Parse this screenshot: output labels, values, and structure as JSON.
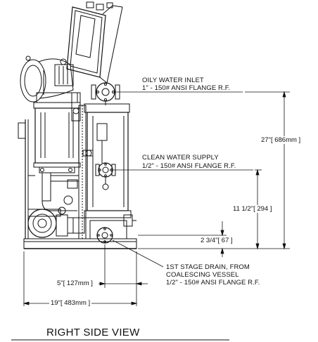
{
  "view_title": "RIGHT SIDE VIEW",
  "callouts": {
    "oily_inlet_title": "OILY WATER INLET",
    "oily_inlet_spec": "1\" - 150# ANSI FLANGE R.F.",
    "clean_supply_title": "CLEAN WATER SUPPLY",
    "clean_supply_spec": "1/2\" - 150# ANSI FLANGE R.F.",
    "drain_line1": "1ST STAGE DRAIN, FROM",
    "drain_line2": "COALESCING VESSEL",
    "drain_line3": "1/2\" - 150# ANSI FLANGE R.F."
  },
  "dimensions": {
    "height_total": "27\"[ 686mm ]",
    "height_clean": "11 1/2\"[ 294 ]",
    "height_drain": "2 3/4\"[ 67 ]",
    "offset_drain": "5\"[ 127mm ]",
    "width_total": "19\"[ 483mm ]"
  }
}
